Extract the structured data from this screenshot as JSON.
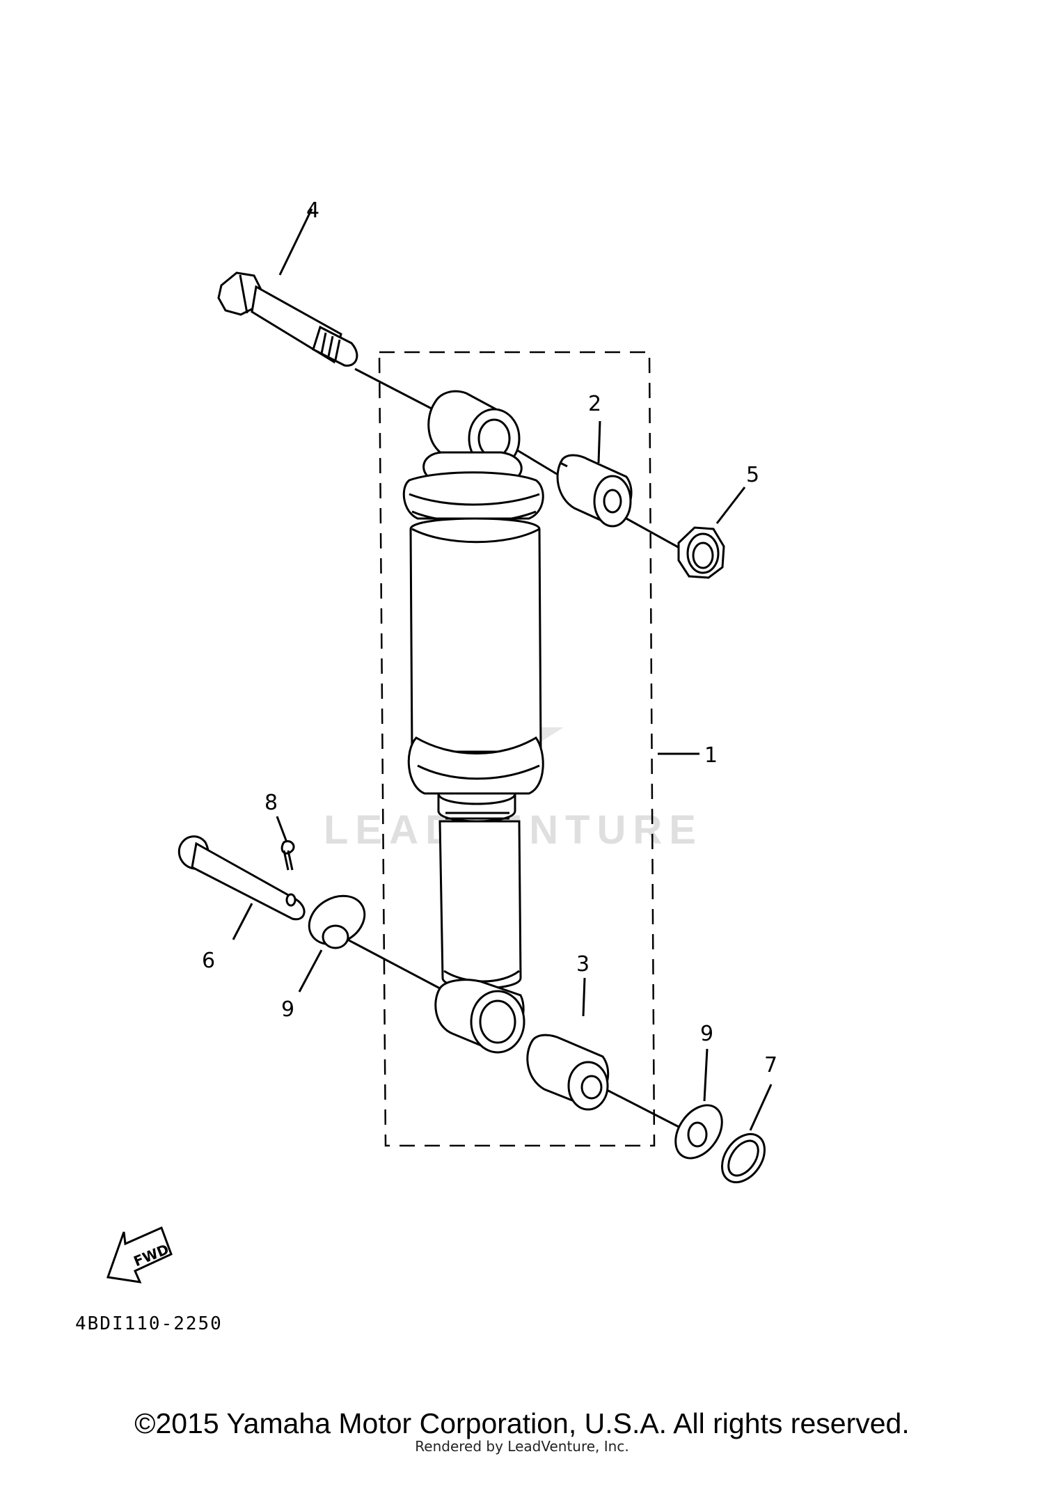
{
  "diagram": {
    "callouts": {
      "c1": "1",
      "c2": "2",
      "c3": "3",
      "c4": "4",
      "c5": "5",
      "c6": "6",
      "c7": "7",
      "c8": "8",
      "c9a": "9",
      "c9b": "9"
    },
    "fwd_label": "FWD",
    "part_code": "4BDI110-2250",
    "watermark": "LEADVENTURE"
  },
  "footer": {
    "copyright": "©2015 Yamaha Motor Corporation, U.S.A. All rights reserved.",
    "rendered_by": "Rendered by LeadVenture, Inc."
  }
}
